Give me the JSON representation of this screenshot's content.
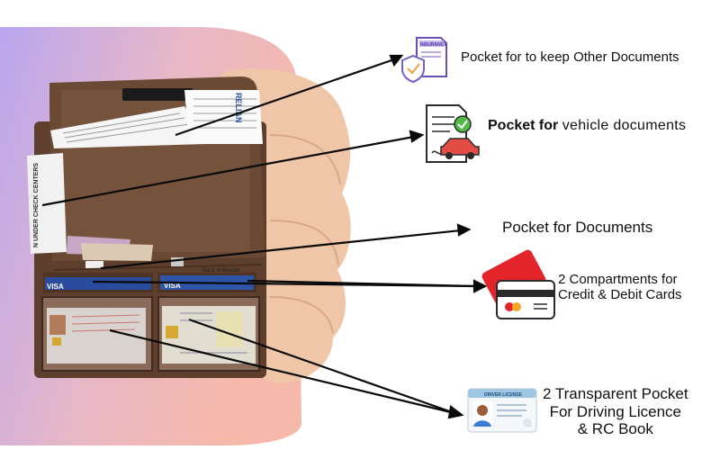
{
  "callouts": {
    "other_documents": "Pocket for to keep Other Documents",
    "vehicle_prefix": "Pocket for",
    "vehicle_suffix": "vehicle documents",
    "documents": "Pocket for Documents",
    "cards_line1": "2 Compartments for",
    "cards_line2": "Credit & Debit Cards",
    "licence_line1": "2 Transparent Pocket",
    "licence_line2": "For Driving Licence",
    "licence_line3": "& RC Book"
  },
  "product_text": {
    "insurance_badge": "INSURANCE",
    "license_card_title": "DRIVER LICENSE",
    "card_brand": "VISA",
    "bank_name": "Bank of Baroda",
    "reliance_text": "RELIAN",
    "check_centers": "N UNDER CHECK CENTERS"
  },
  "colors": {
    "wallet_brown": "#6b4a35",
    "hand_skin": "#f0c6a8",
    "background_gradient_start": "#b9a6ef",
    "background_gradient_end": "#f6b8a8",
    "card_red": "#e3242b",
    "check_green": "#53b848"
  }
}
